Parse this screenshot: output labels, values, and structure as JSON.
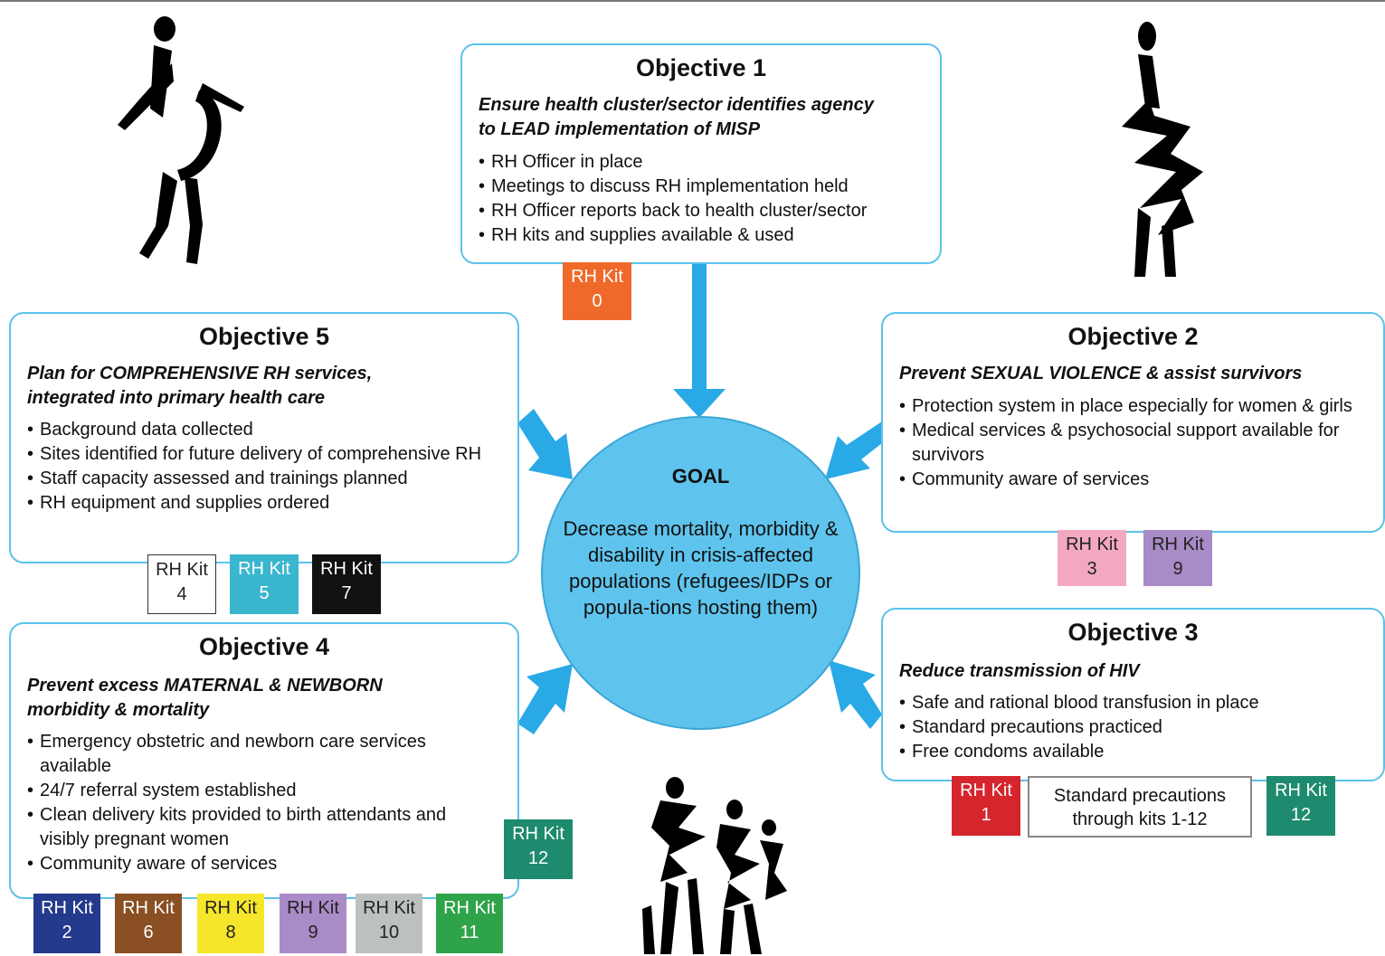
{
  "goal": {
    "title": "GOAL",
    "description": "Decrease mortality, morbidity & disability in crisis-affected populations (refugees/IDPs or popula-tions hosting them)"
  },
  "objectives": {
    "o1": {
      "title": "Objective 1",
      "subtitle_lines": [
        "Ensure health cluster/sector identifies agency",
        "to LEAD implementation of MISP"
      ],
      "bullets": [
        "RH Officer in place",
        "Meetings to discuss RH implementation held",
        "RH Officer reports back to health cluster/sector",
        "RH kits and supplies available & used"
      ]
    },
    "o2": {
      "title": "Objective 2",
      "subtitle_lines": [
        "Prevent SEXUAL VIOLENCE & assist survivors"
      ],
      "bullets": [
        "Protection system in place especially for women & girls",
        "Medical services & psychosocial support available for survivors",
        "Community aware of services"
      ]
    },
    "o3": {
      "title": "Objective 3",
      "subtitle_lines": [
        "Reduce transmission of HIV"
      ],
      "bullets": [
        "Safe and rational blood transfusion in place",
        "Standard precautions practiced",
        "Free condoms available"
      ]
    },
    "o4": {
      "title": "Objective 4",
      "subtitle_lines": [
        "Prevent excess MATERNAL & NEWBORN",
        "morbidity & mortality"
      ],
      "bullets": [
        "Emergency obstetric and newborn care services available",
        "24/7 referral system established",
        "Clean delivery kits provided to birth attendants and visibly pregnant women",
        "Community aware of services"
      ]
    },
    "o5": {
      "title": "Objective 5",
      "subtitle_lines": [
        "Plan for COMPREHENSIVE RH services,",
        "integrated into primary health care"
      ],
      "bullets": [
        "Background data collected",
        "Sites identified for future delivery of comprehensive RH",
        "Staff capacity assessed and trainings planned",
        "RH equipment and supplies ordered"
      ]
    }
  },
  "kit_label": "RH Kit",
  "kits": {
    "k0": {
      "number": "0",
      "bg": "#ef6a2a",
      "fg": "#ffffff"
    },
    "k3": {
      "number": "3",
      "bg": "#f4a8c0",
      "fg": "#222222"
    },
    "k9b": {
      "number": "9",
      "bg": "#a98bc7",
      "fg": "#222222"
    },
    "k1": {
      "number": "1",
      "bg": "#d5252d",
      "fg": "#ffffff"
    },
    "k12a": {
      "number": "12",
      "bg": "#1e8a6e",
      "fg": "#ffffff"
    },
    "k4": {
      "number": "4",
      "bg": "#ffffff",
      "fg": "#222222"
    },
    "k5": {
      "number": "5",
      "bg": "#3bb6cf",
      "fg": "#ffffff"
    },
    "k7": {
      "number": "7",
      "bg": "#111111",
      "fg": "#ffffff"
    },
    "k12b": {
      "number": "12",
      "bg": "#1e8a6e",
      "fg": "#ffffff"
    },
    "k2": {
      "number": "2",
      "bg": "#243a8c",
      "fg": "#ffffff"
    },
    "k6": {
      "number": "6",
      "bg": "#8a4f22",
      "fg": "#ffffff"
    },
    "k8": {
      "number": "8",
      "bg": "#f5e62a",
      "fg": "#222222"
    },
    "k9": {
      "number": "9",
      "bg": "#a98bc7",
      "fg": "#222222"
    },
    "k10": {
      "number": "10",
      "bg": "#bcc1bd",
      "fg": "#222222"
    },
    "k11": {
      "number": "11",
      "bg": "#2ea34a",
      "fg": "#ffffff"
    }
  },
  "standard_precautions": {
    "line1": "Standard precautions",
    "line2": "through kits 1-12"
  },
  "colors": {
    "box_border": "#5bc2ea",
    "goal_fill": "#5fc4ed",
    "arrow": "#29a9e6"
  }
}
